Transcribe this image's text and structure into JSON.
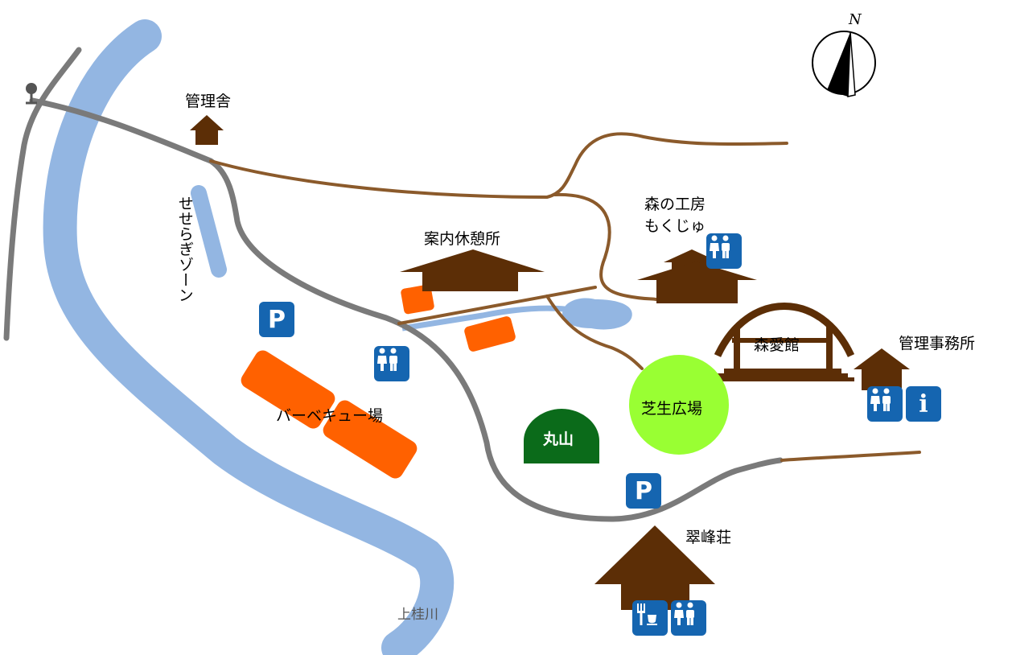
{
  "map": {
    "compass_label": "N",
    "labels": {
      "kanrisha": "管理舎",
      "seseragi": "せせらぎゾーン",
      "annai": "案内休憩所",
      "mori_no_koubou_1": "森の工房",
      "mori_no_koubou_2": "もくじゅ",
      "shinaikan": "森愛館",
      "kanri_jimusho": "管理事務所",
      "bbq": "バーベキュー場",
      "maruyama": "丸山",
      "shibafu": "芝生広場",
      "suihouso": "翠峰荘",
      "river": "上桂川"
    },
    "icon_text": {
      "parking": "P",
      "info": "i"
    },
    "icon_names": [
      "parking-icon",
      "restroom-icon",
      "info-icon",
      "restaurant-icon",
      "bus-stop-icon",
      "compass-icon"
    ],
    "colors": {
      "river": "#93b6e2",
      "road": "#7a7a7a",
      "trail": "#8b5a2b",
      "building": "#5c2e06",
      "bbq_area": "#ff6100",
      "lawn": "#99ff33",
      "hill": "#0b6b1a",
      "icon_bg": "#1565b0"
    }
  }
}
